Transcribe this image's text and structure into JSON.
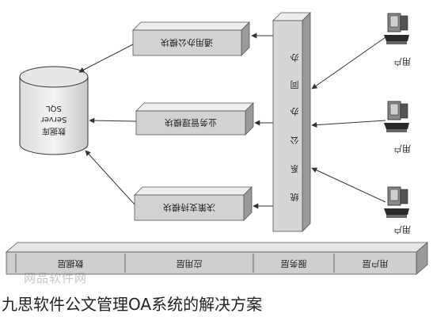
{
  "diagram": {
    "database": [
      "SQL",
      "Server",
      "数据库"
    ],
    "modules": [
      {
        "label": "通用办公模块"
      },
      {
        "label": "业务管理模块"
      },
      {
        "label": "决策支持模块"
      }
    ],
    "platform": [
      "办",
      "同",
      "办",
      "公",
      "系",
      "统"
    ],
    "users": [
      {
        "label": "用户"
      },
      {
        "label": "用户"
      },
      {
        "label": "用户"
      }
    ],
    "layers": [
      "数据层",
      "应用层",
      "服务层",
      "用户层"
    ]
  },
  "watermark": "网品软件网",
  "caption": "九思软件公文管理OA系统的解决方案"
}
